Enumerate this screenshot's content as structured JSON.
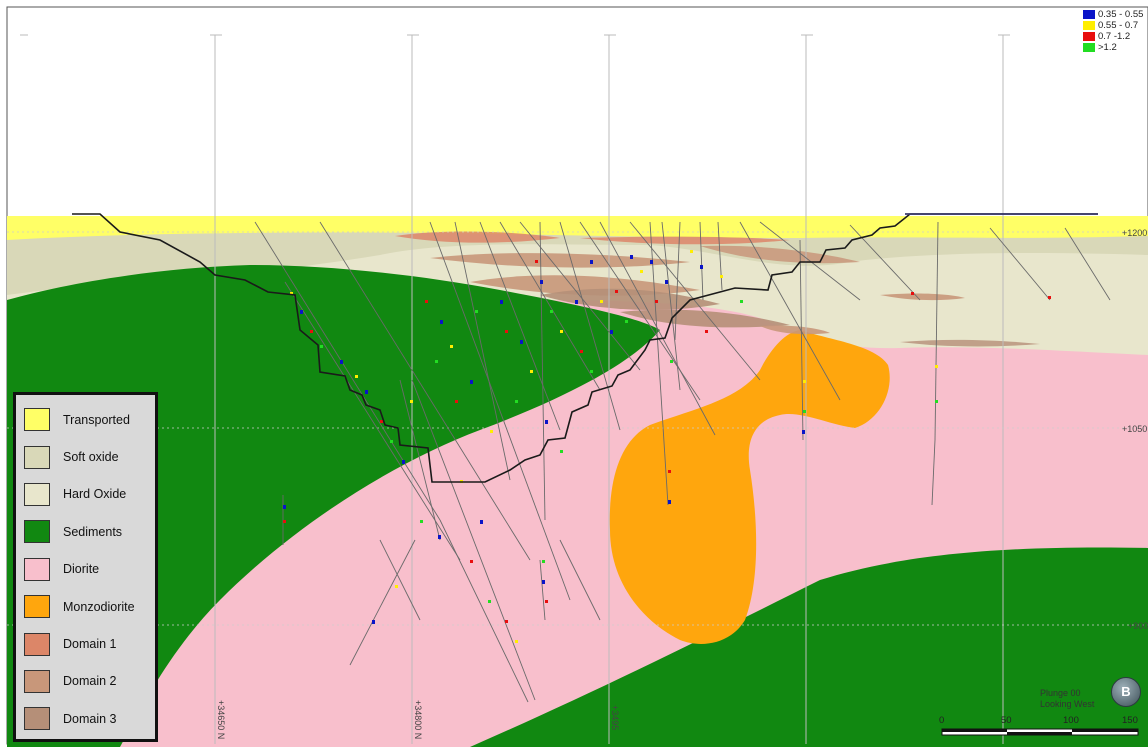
{
  "section": {
    "northing_labels": [
      "+34650 N",
      "+34800 N",
      "+3495"
    ],
    "elevation_labels": [
      "+1200",
      "+1050",
      "+900"
    ]
  },
  "legend": {
    "items": [
      {
        "label": "Transported",
        "color": "#ffff66"
      },
      {
        "label": "Soft oxide",
        "color": "#d9d8b8"
      },
      {
        "label": "Hard Oxide",
        "color": "#e8e6cc"
      },
      {
        "label": "Sediments",
        "color": "#118811"
      },
      {
        "label": "Diorite",
        "color": "#f8bfcc"
      },
      {
        "label": "Monzodiorite",
        "color": "#ffa60d"
      },
      {
        "label": "Domain 1",
        "color": "#dc8668"
      },
      {
        "label": "Domain 2",
        "color": "#c8977a"
      },
      {
        "label": "Domain 3",
        "color": "#b58f78"
      }
    ]
  },
  "grade_legend": {
    "items": [
      {
        "label": "0.35 - 0.55",
        "color": "#0a14c8"
      },
      {
        "label": "0.55 - 0.7",
        "color": "#ffee00"
      },
      {
        "label": "0.7 -1.2",
        "color": "#e80e0e"
      },
      {
        "label": ">1.2",
        "color": "#22dd22"
      }
    ]
  },
  "view": {
    "plunge": "Plunge 00",
    "looking": "Looking West",
    "compass_letter": "B"
  },
  "scale_bar": {
    "labels": [
      "0",
      "50",
      "100",
      "150"
    ]
  }
}
